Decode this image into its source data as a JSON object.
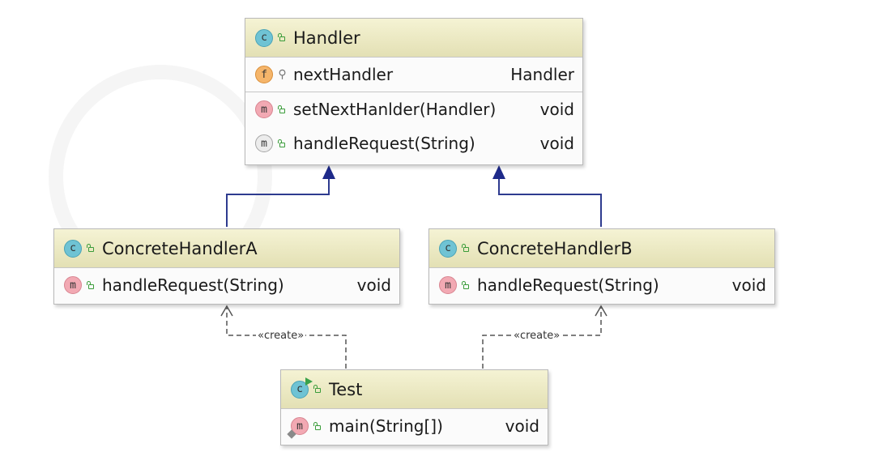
{
  "classes": {
    "handler": {
      "name": "Handler",
      "class_icon": "c-class-icon",
      "fields": [
        {
          "icon": "f-field-icon",
          "visibility": "private-key-icon",
          "name": "nextHandler",
          "type": "Handler"
        }
      ],
      "methods": [
        {
          "icon": "m-method-icon",
          "visibility": "public-lock-icon",
          "name": "setNextHanlder(Handler)",
          "type": "void"
        },
        {
          "icon": "m-abstract-method-icon",
          "visibility": "public-lock-icon",
          "name": "handleRequest(String)",
          "type": "void"
        }
      ]
    },
    "concrete_a": {
      "name": "ConcreteHandlerA",
      "class_icon": "c-class-icon",
      "methods": [
        {
          "icon": "m-method-icon",
          "visibility": "public-lock-icon",
          "name": "handleRequest(String)",
          "type": "void"
        }
      ]
    },
    "concrete_b": {
      "name": "ConcreteHandlerB",
      "class_icon": "c-class-icon",
      "methods": [
        {
          "icon": "m-method-icon",
          "visibility": "public-lock-icon",
          "name": "handleRequest(String)",
          "type": "void"
        }
      ]
    },
    "test": {
      "name": "Test",
      "class_icon": "c-runnable-class-icon",
      "methods": [
        {
          "icon": "m-static-method-icon",
          "visibility": "public-lock-icon",
          "name": "main(String[])",
          "type": "void"
        }
      ]
    }
  },
  "relations": {
    "create_label_left": "«create»",
    "create_label_right": "«create»"
  },
  "badge_letters": {
    "class": "c",
    "field": "f",
    "method": "m"
  },
  "colors": {
    "header": "#e8e5bd",
    "inheritance_line": "#2e3b8f",
    "dependency_line": "#555555"
  }
}
